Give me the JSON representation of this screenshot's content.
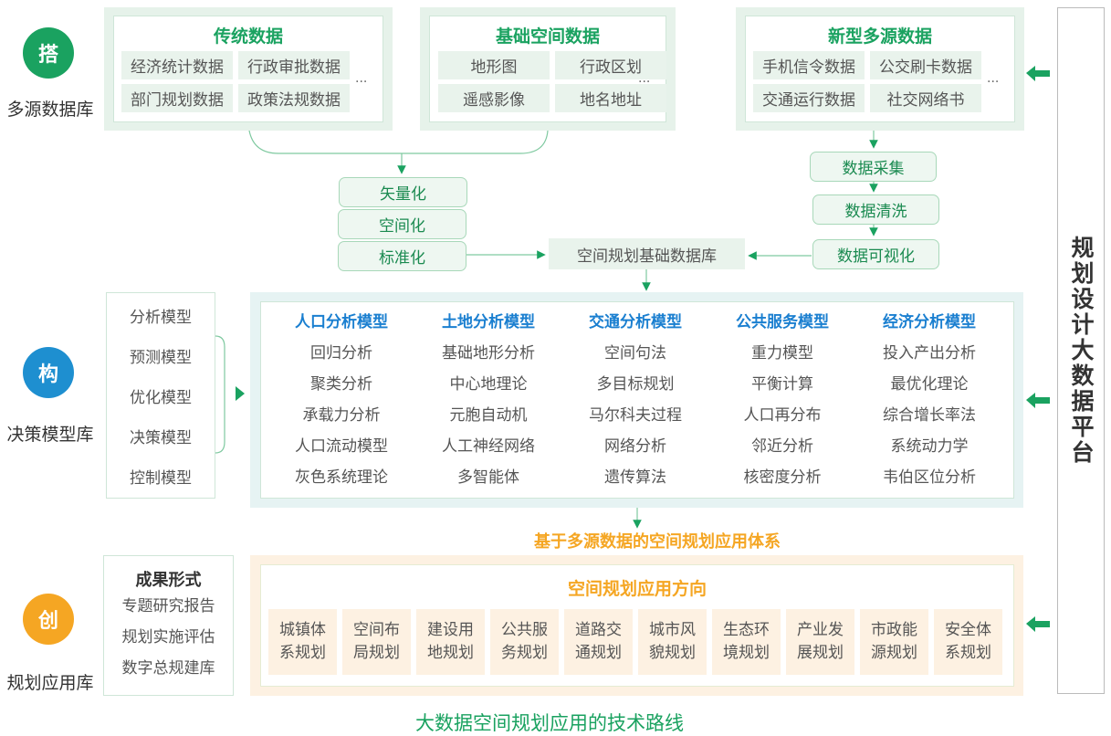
{
  "layers": [
    {
      "badge": "搭",
      "label": "多源数据库",
      "color": "#1aa260"
    },
    {
      "badge": "构",
      "label": "决策模型库",
      "color": "#1e8fd0"
    },
    {
      "badge": "创",
      "label": "规划应用库",
      "color": "#f5a623"
    }
  ],
  "sources": [
    {
      "title": "传统数据",
      "items": [
        "经济统计数据",
        "行政审批数据",
        "部门规划数据",
        "政策法规数据"
      ],
      "more": "..."
    },
    {
      "title": "基础空间数据",
      "items": [
        "地形图",
        "行政区划",
        "遥感影像",
        "地名地址"
      ],
      "more": "..."
    },
    {
      "title": "新型多源数据",
      "items": [
        "手机信令数据",
        "公交刷卡数据",
        "交通运行数据",
        "社交网络书"
      ],
      "more": "..."
    }
  ],
  "processing_left": [
    "矢量化",
    "空间化",
    "标准化"
  ],
  "processing_right": [
    "数据采集",
    "数据清洗",
    "数据可视化"
  ],
  "database": "空间规划基础数据库",
  "platform": "规划设计大数据平台",
  "model_types": [
    "分析模型",
    "预测模型",
    "优化模型",
    "决策模型",
    "控制模型"
  ],
  "models": [
    {
      "title": "人口分析模型",
      "items": [
        "回归分析",
        "聚类分析",
        "承载力分析",
        "人口流动模型",
        "灰色系统理论"
      ]
    },
    {
      "title": "土地分析模型",
      "items": [
        "基础地形分析",
        "中心地理论",
        "元胞自动机",
        "人工神经网络",
        "多智能体"
      ]
    },
    {
      "title": "交通分析模型",
      "items": [
        "空间句法",
        "多目标规划",
        "马尔科夫过程",
        "网络分析",
        "遗传算法"
      ]
    },
    {
      "title": "公共服务模型",
      "items": [
        "重力模型",
        "平衡计算",
        "人口再分布",
        "邻近分析",
        "核密度分析"
      ]
    },
    {
      "title": "经济分析模型",
      "items": [
        "投入产出分析",
        "最优化理论",
        "综合增长率法",
        "系统动力学",
        "韦伯区位分析"
      ]
    }
  ],
  "system_title": "基于多源数据的空间规划应用体系",
  "outputs": {
    "title": "成果形式",
    "items": [
      "专题研究报告",
      "规划实施评估",
      "数字总规建库"
    ]
  },
  "application": {
    "title": "空间规划应用方向",
    "items": [
      [
        "城镇体",
        "系规划"
      ],
      [
        "空间布",
        "局规划"
      ],
      [
        "建设用",
        "地规划"
      ],
      [
        "公共服",
        "务规划"
      ],
      [
        "道路交",
        "通规划"
      ],
      [
        "城市风",
        "貌规划"
      ],
      [
        "生态环",
        "境规划"
      ],
      [
        "产业发",
        "展规划"
      ],
      [
        "市政能",
        "源规划"
      ],
      [
        "安全体",
        "系规划"
      ]
    ]
  },
  "caption": "大数据空间规划应用的技术路线"
}
